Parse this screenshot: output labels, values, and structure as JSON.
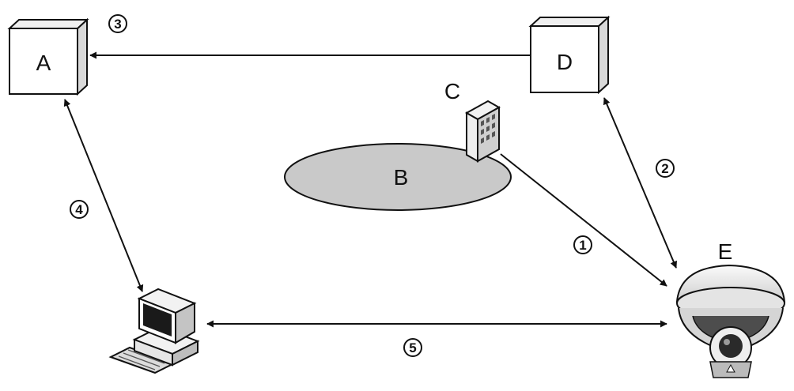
{
  "nodes": {
    "a": {
      "label": "A"
    },
    "b": {
      "label": "B"
    },
    "c": {
      "label": "C"
    },
    "d": {
      "label": "D"
    },
    "e": {
      "label": "E"
    }
  },
  "steps": [
    "1",
    "2",
    "3",
    "4",
    "5"
  ],
  "colors": {
    "line": "#111111",
    "ellipse_fill": "#c9c9c9",
    "box_side": "#d9d9d9"
  }
}
